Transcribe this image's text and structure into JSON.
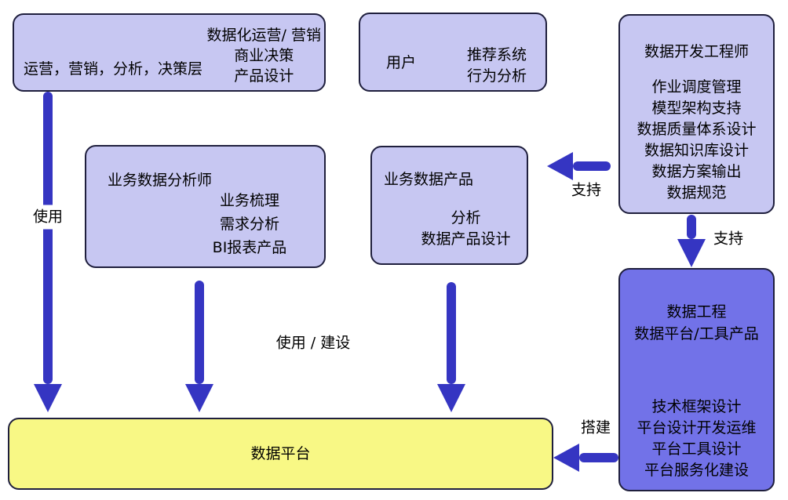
{
  "colors": {
    "background": "#ffffff",
    "box_light": "#c7c7f2",
    "box_dark": "#7272e8",
    "box_yellow": "#f8f885",
    "box_border": "#1f1f3d",
    "arrow_blue": "#3535c2",
    "text": "#000000"
  },
  "boxes": {
    "ops": {
      "left_text": "运营，营销，分析，决策层",
      "right_lines": [
        "数据化运营/ 营销",
        "商业决策",
        "产品设计"
      ]
    },
    "users": {
      "left_text": "用户",
      "right_lines": [
        "推荐系统",
        "行为分析"
      ]
    },
    "data_engineer": {
      "title": "数据开发工程师",
      "lines": [
        "作业调度管理",
        "模型架构支持",
        "数据质量体系设计",
        "数据知识库设计",
        "数据方案输出",
        "数据规范"
      ]
    },
    "analyst": {
      "title": "业务数据分析师",
      "lines": [
        "业务梳理",
        "需求分析",
        "BI报表产品"
      ]
    },
    "data_product": {
      "title": "业务数据产品",
      "lines": [
        "分析",
        "数据产品设计"
      ]
    },
    "platform_team": {
      "title_lines": [
        "数据工程",
        "数据平台/工具产品"
      ],
      "lines": [
        "技术框架设计",
        "平台设计开发运维",
        "平台工具设计",
        "平台服务化建设"
      ]
    },
    "platform": {
      "label": "数据平台"
    }
  },
  "labels": {
    "use": "使用",
    "use_build": "使用 / 建设",
    "support_product": "支持",
    "support_platform_team": "支持",
    "build": "搭建"
  }
}
